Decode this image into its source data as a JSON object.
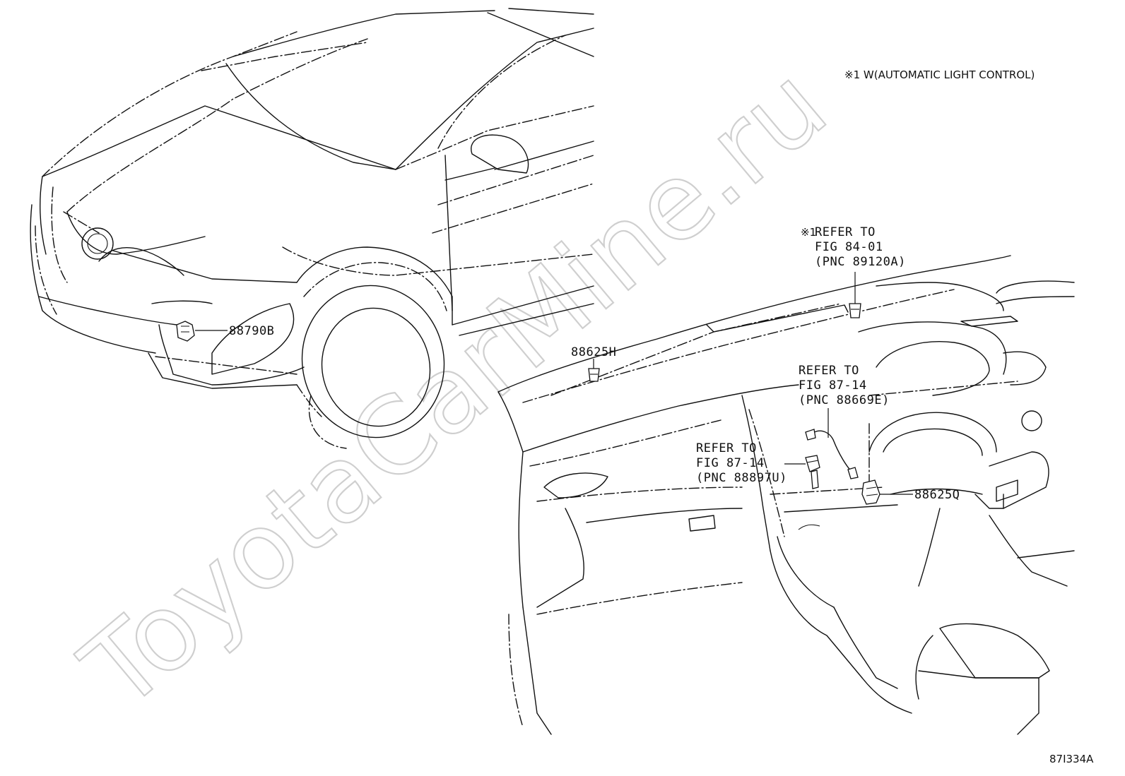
{
  "note": "※1 W(AUTOMATIC LIGHT CONTROL)",
  "watermark": "ToyotaCarMine.ru",
  "diagram_code": "87I334A",
  "callouts": {
    "p88790B": "88790B",
    "p88625H": "88625H",
    "p88625Q": "88625Q",
    "ref_light": {
      "mark": "※1",
      "line1": "REFER TO",
      "line2": "FIG 84-01",
      "line3": "(PNC 89120A)"
    },
    "ref_888669": {
      "line1": "REFER TO",
      "line2": "FIG 87-14",
      "line3": "(PNC 88669E)"
    },
    "ref_888897": {
      "line1": "REFER TO",
      "line2": "FIG 87-14",
      "line3": "(PNC 88897U)"
    }
  }
}
